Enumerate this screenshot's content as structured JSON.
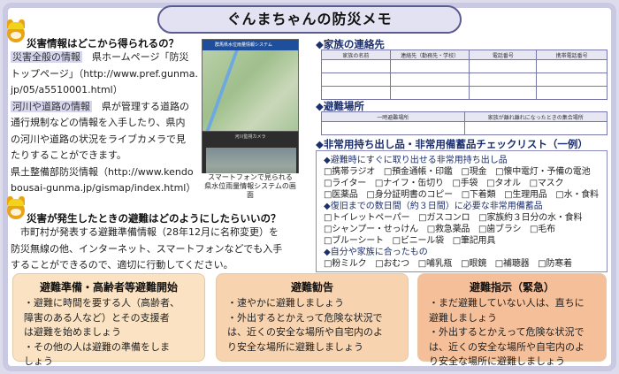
{
  "title": "ぐんまちゃんの防災メモ",
  "section_info": {
    "heading": "災害情報はどこから得られるの？",
    "lines": [
      {
        "hl": "災害全般の情報",
        "text": "　県ホームページ「防災"
      },
      {
        "hl": "",
        "text": "トップページ」（http://www.pref.gunma."
      },
      {
        "hl": "",
        "text": "jp/05/a5510001.html）"
      },
      {
        "hl": "河川や道路の情報",
        "text": "　県が管理する道路の"
      },
      {
        "hl": "",
        "text": "通行規制などの情報を入手したり、県内"
      },
      {
        "hl": "",
        "text": "の河川や道路の状況をライブカメラで見"
      },
      {
        "hl": "",
        "text": "たりすることができます。"
      },
      {
        "hl": "",
        "text": "県土整備部防災情報（http://www.kendo"
      },
      {
        "hl": "",
        "text": "bousai-gunma.jp/gismap/index.html）"
      }
    ],
    "screenshot_app_title": "群馬県水位雨量情報システム",
    "screenshot_camera_label": "河川監視カメラ",
    "screenshot_caption": [
      "スマートフォンで見られる",
      "県水位雨量情報システムの画面"
    ]
  },
  "section_evac": {
    "heading": "災害が発生したときの避難はどのようにしたらいいの？",
    "lines": [
      "　市町村が発表する避難準備情報（28年12月に名称変更）を",
      "防災無線の他、インターネット、スマートフォンなどでも入手",
      "することができるので、適切に行動してください。"
    ]
  },
  "contacts": {
    "heading": "◆家族の連絡先",
    "columns": [
      "家族の名前",
      "連絡先（勤務先・学校）",
      "電話番号",
      "携帯電話番号"
    ],
    "empty_rows": 3
  },
  "shelter": {
    "heading": "◆避難場所",
    "columns": [
      "一時避難場所",
      "家族が離れ離れになったときの集合場所"
    ]
  },
  "checklist": {
    "heading": "◆非常用持ち出し品・非常用備蓄品チェックリスト（一例）",
    "groups": [
      {
        "title": "◆避難時にすぐに取り出せる非常用持ち出し品",
        "lines": [
          "□携帯ラジオ　□預金通帳・印鑑　□現金　□懐中電灯・予備の電池",
          "□ライター　□ナイフ・缶切り　□手袋　□タオル　□マスク",
          "□医薬品　□身分証明書のコピー　□下着類　□生理用品　□水・食料"
        ]
      },
      {
        "title": "◆復旧までの数日間（約３日間）に必要な非常用備蓄品",
        "lines": [
          "□トイレットペーパー　□ガスコンロ　□家族約３日分の水・食料",
          "□シャンプー・せっけん　□救急薬品　□歯ブラシ　□毛布",
          "□ブルーシート　□ビニール袋　□筆記用具"
        ]
      },
      {
        "title": "◆自分や家族に合ったもの",
        "lines": [
          "□粉ミルク　□おむつ　□哺乳瓶　□眼鏡　□補聴器　□防寒着"
        ]
      }
    ]
  },
  "cards": [
    {
      "title": "避難準備・高齢者等避難開始",
      "lines": [
        "・避難に時間を要する人（高齢者、",
        "障害のある人など）とその支援者",
        "は避難を始めましょう",
        "・その他の人は避難の準備をしま",
        "しょう"
      ],
      "bg": "#fbe2c2"
    },
    {
      "title": "避難勧告",
      "lines": [
        "・速やかに避難しましょう",
        "・外出するとかえって危険な状況で",
        "は、近くの安全な場所や自宅内のよ",
        "り安全な場所に避難しましょう"
      ],
      "bg": "#f8d3b0"
    },
    {
      "title": "避難指示（緊急）",
      "lines": [
        "・まだ避難していない人は、直ちに",
        "避難しましょう",
        "・外出するとかえって危険な状況で",
        "は、近くの安全な場所や自宅内のよ",
        "り安全な場所に避難しましょう"
      ],
      "bg": "#f5bf9a"
    }
  ]
}
